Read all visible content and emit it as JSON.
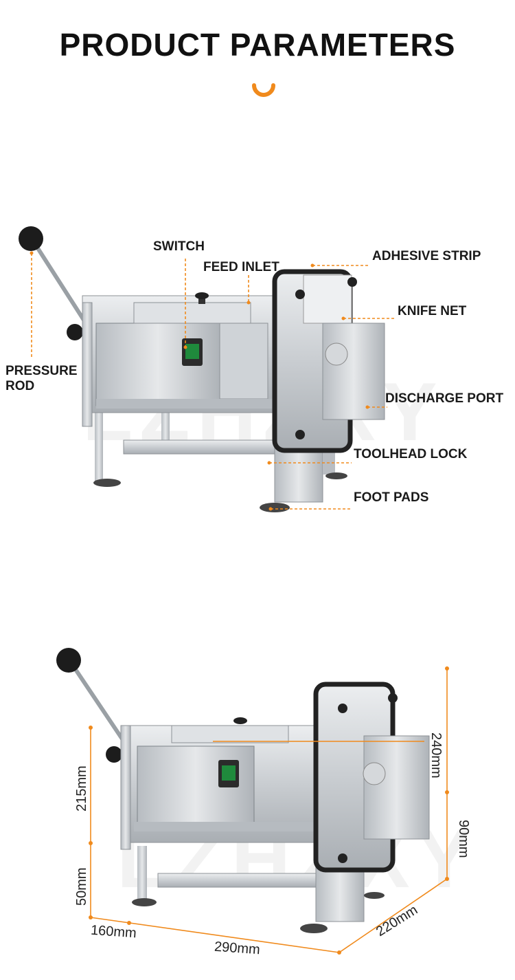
{
  "header": {
    "title": "PRODUCT PARAMETERS"
  },
  "accent_color": "#f08a1c",
  "watermark": "LZHZXY",
  "labels": {
    "switch": "SWITCH",
    "feed_inlet": "FEED INLET",
    "adhesive_strip": "ADHESIVE STRIP",
    "knife_net": "KNIFE NET",
    "pressure_rod_line1": "PRESSURE",
    "pressure_rod_line2": "ROD",
    "discharge_port": "DISCHARGE PORT",
    "toolhead_lock": "TOOLHEAD LOCK",
    "foot_pads": "FOOT PADS"
  },
  "dimensions": {
    "height_top": "240mm",
    "height_bottom": "90mm",
    "left_upper": "215mm",
    "left_lower": "50mm",
    "depth_short": "160mm",
    "width": "290mm",
    "depth": "220mm"
  }
}
